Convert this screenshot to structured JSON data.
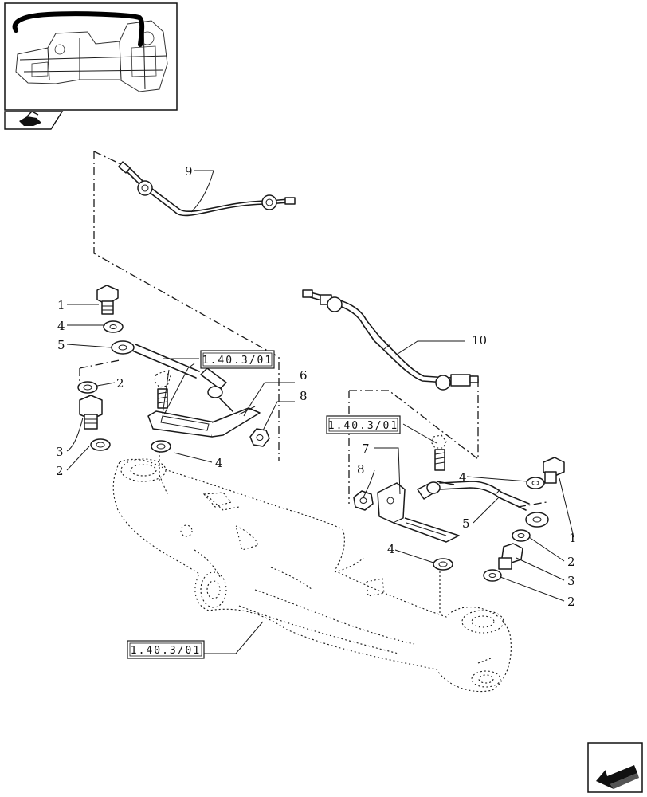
{
  "callouts": {
    "c1_left": "1",
    "c4_left": "4",
    "c5_left": "5",
    "c2_left_top": "2",
    "c3_left": "3",
    "c2_left_bottom": "2",
    "c4_left_bottom": "4",
    "c6": "6",
    "c8_left": "8",
    "c9": "9",
    "c10": "10",
    "c7": "7",
    "c8_right": "8",
    "c4_right_top": "4",
    "c5_right": "5",
    "c4_right_bottom": "4",
    "c1_right": "1",
    "c2_right_top": "2",
    "c3_right": "3",
    "c2_right_bottom": "2"
  },
  "references": {
    "ref_upper_left": "1.40.3/01",
    "ref_right": "1.40.3/01",
    "ref_bottom": "1.40.3/01"
  },
  "icons": {
    "thumbnail": "tractor-axle-thumbnail",
    "nav_top": "tractor-direction-icon",
    "nav_bottom": "next-page-arrow-icon"
  }
}
